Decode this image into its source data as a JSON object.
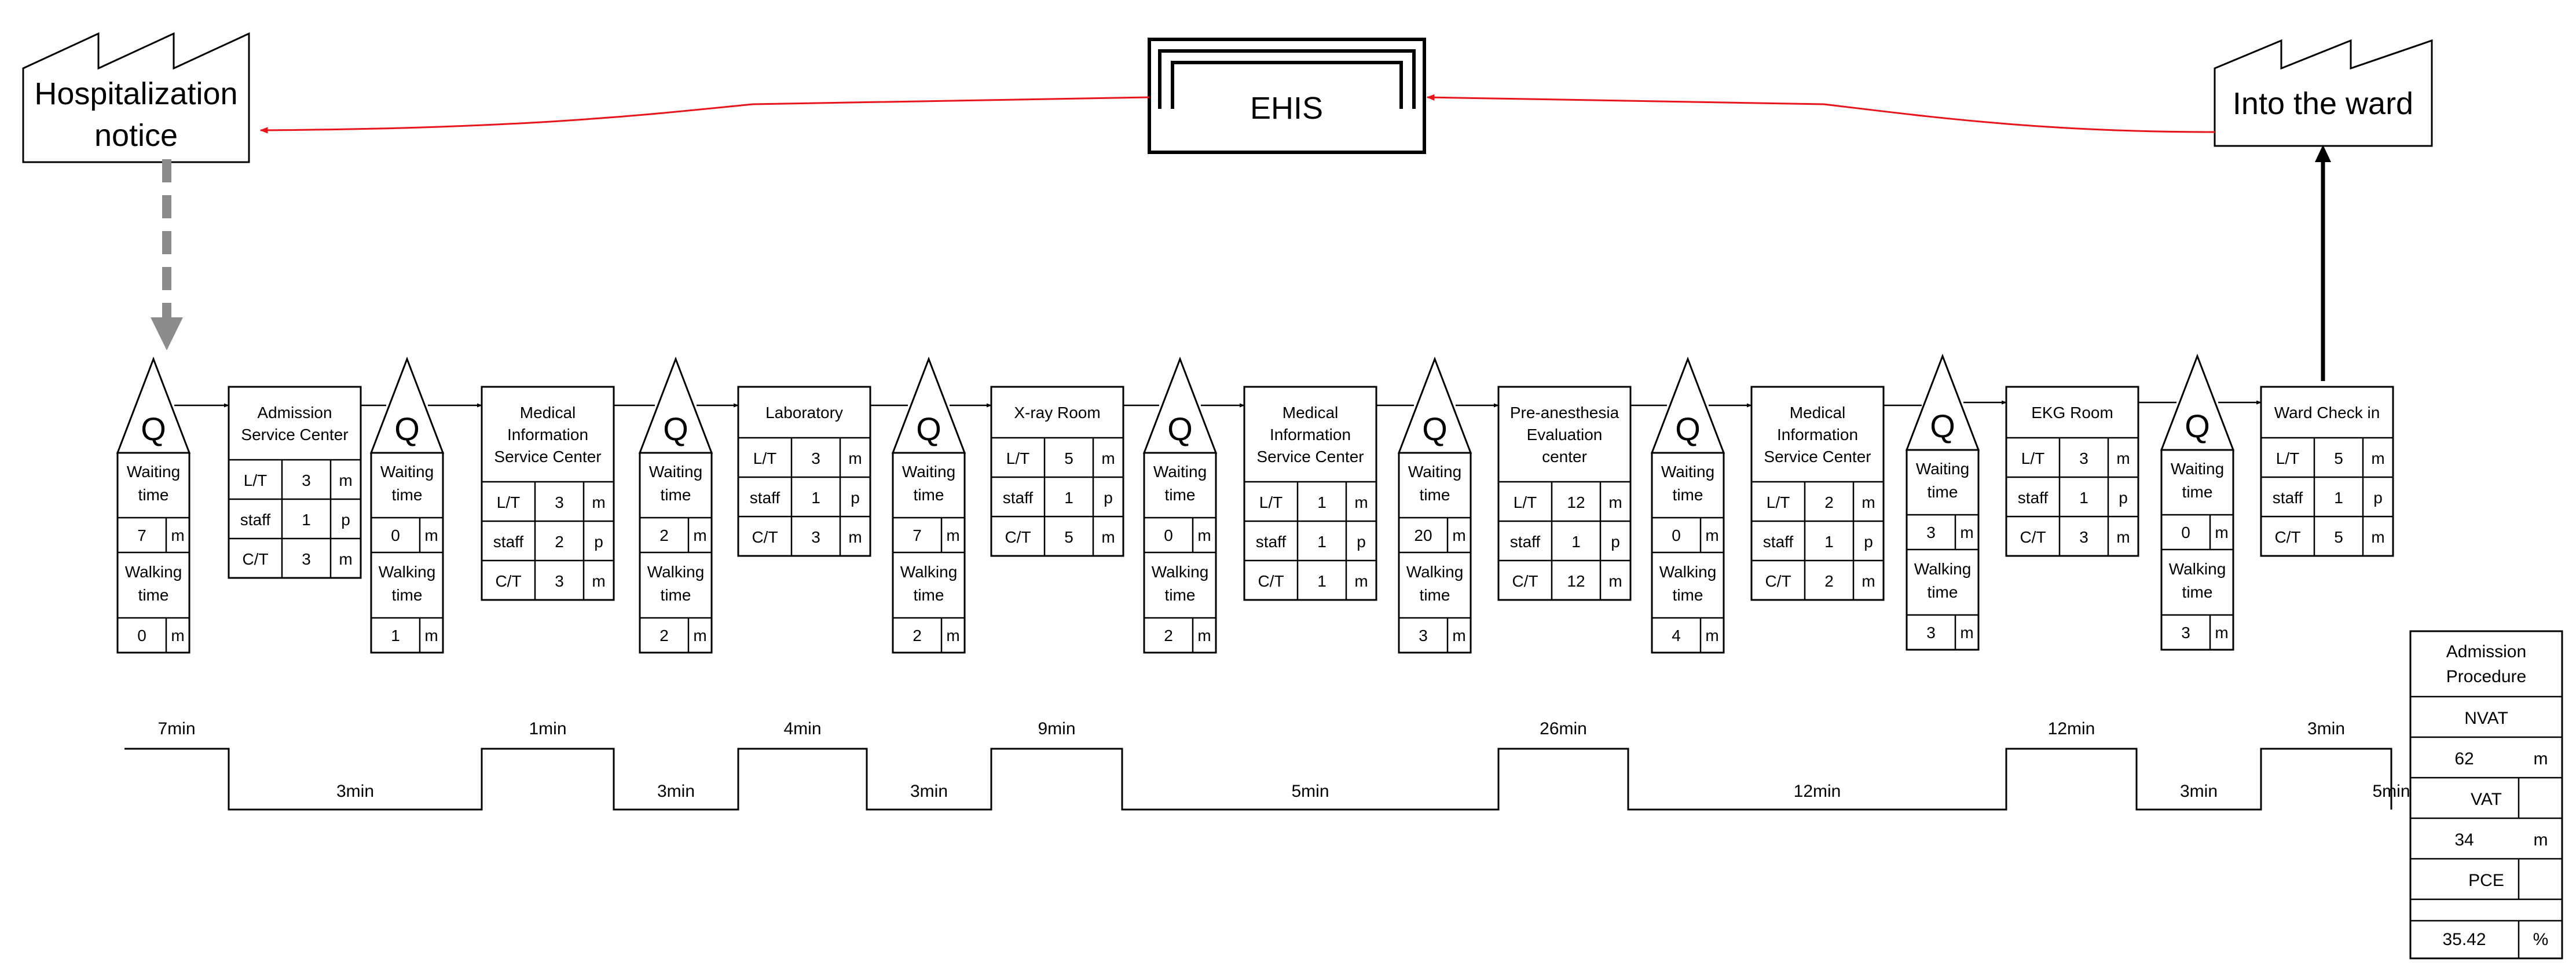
{
  "factories": {
    "hospitalization_notice": [
      "Hospitalization",
      "notice"
    ],
    "into_the_ward": "Into the ward"
  },
  "ehis_label": "EHIS",
  "queue_symbol": "Q",
  "labels": {
    "waiting": [
      "Waiting",
      "time"
    ],
    "walking": [
      "Walking",
      "time"
    ],
    "lt": "L/T",
    "staff": "staff",
    "ct": "C/T",
    "unit_minutes": "m",
    "unit_people": "p"
  },
  "queues": [
    {
      "waiting": "7",
      "walking": "0"
    },
    {
      "waiting": "0",
      "walking": "1"
    },
    {
      "waiting": "2",
      "walking": "2"
    },
    {
      "waiting": "7",
      "walking": "2"
    },
    {
      "waiting": "0",
      "walking": "2"
    },
    {
      "waiting": "20",
      "walking": "3"
    },
    {
      "waiting": "0",
      "walking": "4"
    },
    {
      "waiting": "3",
      "walking": "3"
    },
    {
      "waiting": "0",
      "walking": "3"
    }
  ],
  "processes": [
    {
      "name": [
        "Admission",
        "Service Center"
      ],
      "lt": "3",
      "staff": "1",
      "ct": "3"
    },
    {
      "name": [
        "Medical",
        "Information",
        "Service Center"
      ],
      "lt": "3",
      "staff": "2",
      "ct": "3"
    },
    {
      "name": [
        "Laboratory"
      ],
      "lt": "3",
      "staff": "1",
      "ct": "3"
    },
    {
      "name": [
        "X-ray Room"
      ],
      "lt": "5",
      "staff": "1",
      "ct": "5"
    },
    {
      "name": [
        "Medical",
        "Information",
        "Service Center"
      ],
      "lt": "1",
      "staff": "1",
      "ct": "1"
    },
    {
      "name": [
        "Pre-anesthesia",
        "Evaluation",
        "center"
      ],
      "lt": "12",
      "staff": "1",
      "ct": "12"
    },
    {
      "name": [
        "Medical",
        "Information",
        "Service Center"
      ],
      "lt": "2",
      "staff": "1",
      "ct": "2"
    },
    {
      "name": [
        "EKG Room"
      ],
      "lt": "3",
      "staff": "1",
      "ct": "3"
    },
    {
      "name": [
        "Ward Check in"
      ],
      "lt": "5",
      "staff": "1",
      "ct": "5"
    }
  ],
  "timeline_high": [
    "7min",
    "1min",
    "4min",
    "9min",
    "26min",
    "12min",
    "3min"
  ],
  "timeline_low": [
    "3min",
    "3min",
    "3min",
    "5min",
    "12min",
    "3min",
    "5min"
  ],
  "summary": {
    "title": [
      "Admission",
      "Procedure"
    ],
    "nvat_label": "NVAT",
    "nvat_value": "62",
    "nvat_unit": "m",
    "vat_label": "VAT",
    "vat_value": "34",
    "vat_unit": "m",
    "pce_label": "PCE",
    "pce_value": "35.42",
    "pce_unit": "%"
  },
  "colors": {
    "line": "#000000",
    "info_flow": "#e8141b",
    "push_arrow": "#8c8c8c"
  }
}
